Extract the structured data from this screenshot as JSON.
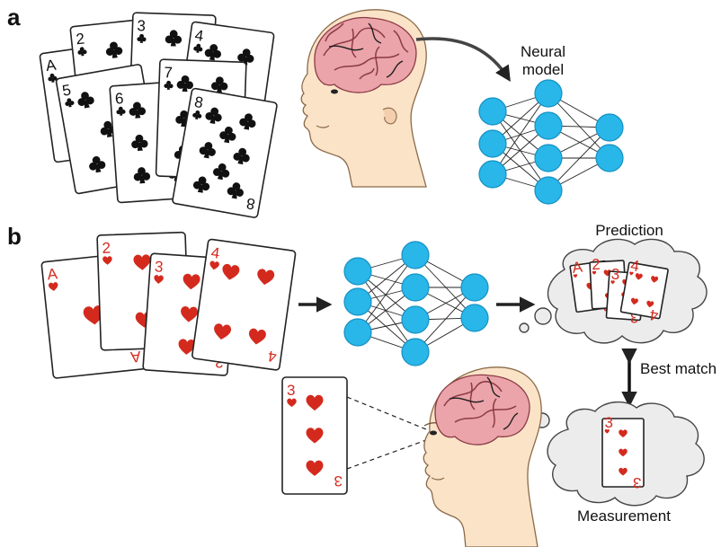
{
  "figure": {
    "panel_a_label": "a",
    "panel_b_label": "b",
    "neural_model_label_line1": "Neural",
    "neural_model_label_line2": "model",
    "prediction_label": "Prediction",
    "best_match_label": "Best match",
    "measurement_label": "Measurement"
  },
  "panel_a_cards": [
    {
      "rank": "A",
      "suit": "club"
    },
    {
      "rank": "2",
      "suit": "club"
    },
    {
      "rank": "3",
      "suit": "club"
    },
    {
      "rank": "4",
      "suit": "club"
    },
    {
      "rank": "5",
      "suit": "club"
    },
    {
      "rank": "6",
      "suit": "club"
    },
    {
      "rank": "7",
      "suit": "club"
    },
    {
      "rank": "8",
      "suit": "club"
    }
  ],
  "panel_b_cards": [
    {
      "rank": "A",
      "suit": "heart"
    },
    {
      "rank": "2",
      "suit": "heart"
    },
    {
      "rank": "3",
      "suit": "heart"
    },
    {
      "rank": "4",
      "suit": "heart"
    }
  ],
  "viewed_card": {
    "rank": "3",
    "suit": "heart"
  },
  "colors": {
    "neuron": "#29b6e8",
    "heart": "#d42a1e",
    "club": "#111111",
    "skin": "#fbe3c8",
    "brain": "#e8a0a6"
  }
}
